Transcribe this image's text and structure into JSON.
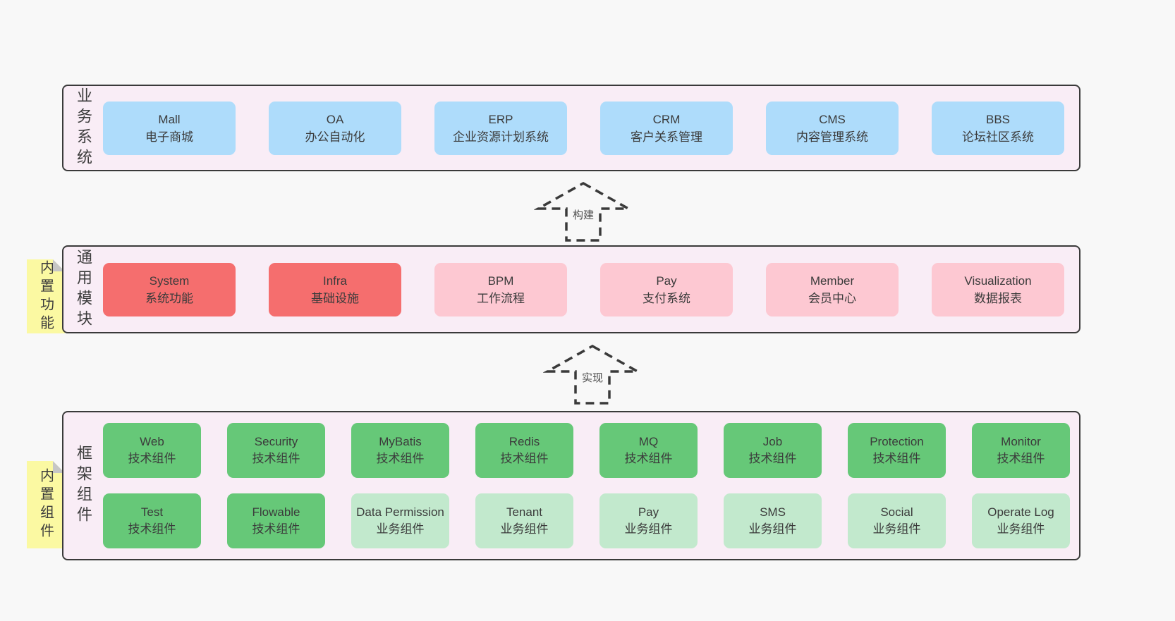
{
  "colors": {
    "page_bg": "#f8f8f8",
    "band_bg": "#f9edf6",
    "band_border": "#3a3a3a",
    "box_blue": "#aedcfb",
    "box_red": "#f56e6e",
    "box_pink": "#fdc8d2",
    "box_green_dark": "#66c878",
    "box_green_light": "#c2e9cd",
    "sticky_yellow": "#fbf9a2",
    "sticky_fold_gray": "#c6c6c6",
    "text": "#3b3b3b"
  },
  "arrows": {
    "build": "构建",
    "implement": "实现"
  },
  "stickies": {
    "features": "内置功能",
    "components": "内置组件"
  },
  "bands": {
    "business": {
      "label": "业务系统",
      "boxes": [
        {
          "title": "Mall",
          "subtitle": "电子商城"
        },
        {
          "title": "OA",
          "subtitle": "办公自动化"
        },
        {
          "title": "ERP",
          "subtitle": "企业资源计划系统"
        },
        {
          "title": "CRM",
          "subtitle": "客户关系管理"
        },
        {
          "title": "CMS",
          "subtitle": "内容管理系统"
        },
        {
          "title": "BBS",
          "subtitle": "论坛社区系统"
        }
      ]
    },
    "modules": {
      "label": "通用模块",
      "boxes": [
        {
          "title": "System",
          "subtitle": "系统功能"
        },
        {
          "title": "Infra",
          "subtitle": "基础设施"
        },
        {
          "title": "BPM",
          "subtitle": "工作流程"
        },
        {
          "title": "Pay",
          "subtitle": "支付系统"
        },
        {
          "title": "Member",
          "subtitle": "会员中心"
        },
        {
          "title": "Visualization",
          "subtitle": "数据报表"
        }
      ]
    },
    "framework": {
      "label": "框架组件",
      "row1": [
        {
          "title": "Web",
          "subtitle": "技术组件"
        },
        {
          "title": "Security",
          "subtitle": "技术组件"
        },
        {
          "title": "MyBatis",
          "subtitle": "技术组件"
        },
        {
          "title": "Redis",
          "subtitle": "技术组件"
        },
        {
          "title": "MQ",
          "subtitle": "技术组件"
        },
        {
          "title": "Job",
          "subtitle": "技术组件"
        },
        {
          "title": "Protection",
          "subtitle": "技术组件"
        },
        {
          "title": "Monitor",
          "subtitle": "技术组件"
        }
      ],
      "row2": [
        {
          "title": "Test",
          "subtitle": "技术组件"
        },
        {
          "title": "Flowable",
          "subtitle": "技术组件"
        },
        {
          "title": "Data Permission",
          "subtitle": "业务组件"
        },
        {
          "title": "Tenant",
          "subtitle": "业务组件"
        },
        {
          "title": "Pay",
          "subtitle": "业务组件"
        },
        {
          "title": "SMS",
          "subtitle": "业务组件"
        },
        {
          "title": "Social",
          "subtitle": "业务组件"
        },
        {
          "title": "Operate Log",
          "subtitle": "业务组件"
        }
      ]
    }
  }
}
